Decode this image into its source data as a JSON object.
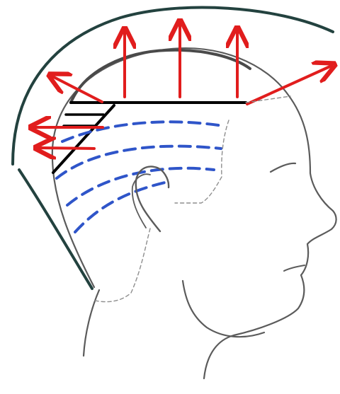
{
  "diagram": {
    "colors": {
      "background": "#ffffff",
      "outer_guide": "#23423f",
      "head_outline": "#5b5b5b",
      "inner_crown_line": "#4a4a4a",
      "section_lines": "#000000",
      "arrows": "#e11d1d",
      "dashed_curves": "#2f55c9",
      "hairline_dashed": "#8e8e8e"
    },
    "elements": [
      "outer-silhouette-guide",
      "head-profile",
      "ear",
      "horizontal-parting-line",
      "diagonal-section-lines",
      "dashed-elevation-curves",
      "red-projection-arrows",
      "hairline-dashed-outline"
    ]
  }
}
